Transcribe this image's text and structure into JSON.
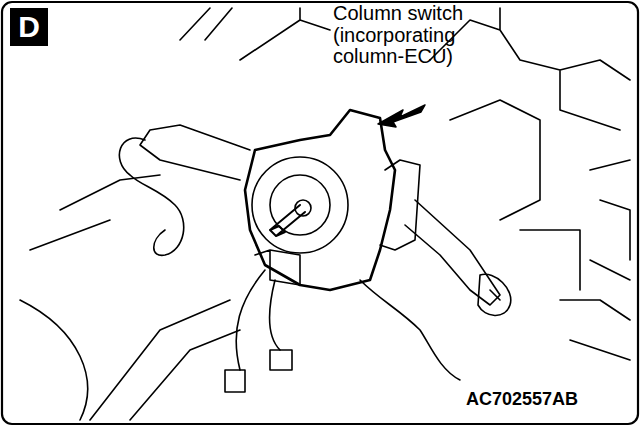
{
  "diagram": {
    "nodes": [
      {
        "text": [
          "D"
        ]
      }
    ],
    "labels": [
      "Column switch (incorporating column-ECU)",
      "AC702557AB"
    ]
  }
}
